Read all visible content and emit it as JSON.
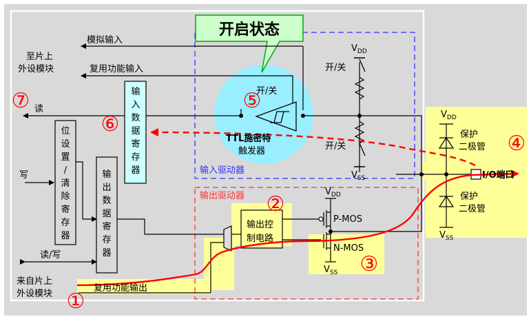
{
  "title_box": "开启状态",
  "left_labels": {
    "to_peripheral": [
      "至片上",
      "外设模块"
    ],
    "from_peripheral": [
      "来自片上",
      "外设模块"
    ],
    "read": "读",
    "write": "写",
    "read_write": "读/写"
  },
  "signals": {
    "analog_input": "模拟输入",
    "alt_func_input": "复用功能输入",
    "alt_func_output": "复用功能输出"
  },
  "registers": {
    "input_data": [
      "输",
      "入",
      "数",
      "据",
      "寄",
      "存",
      "器"
    ],
    "bit_set_reset": [
      "位",
      "设",
      "置",
      "/",
      "清",
      "除",
      "寄",
      "存",
      "器"
    ],
    "output_data": [
      "输",
      "出",
      "数",
      "据",
      "寄",
      "存",
      "器"
    ]
  },
  "input_driver": {
    "label": "输入驱动器",
    "switch_top": "开/关",
    "switch_pu": "开/关",
    "switch_pd": "开/关",
    "schmitt": [
      "TTL施密特",
      "触发器"
    ],
    "vdd": "V",
    "vdd_sub": "DD",
    "vss": "V",
    "vss_sub": "SS"
  },
  "output_driver": {
    "label": "输出驱动器",
    "control": [
      "输出控",
      "制电路"
    ],
    "pmos": "P-MOS",
    "nmos": "N-MOS",
    "vdd": "V",
    "vdd_sub": "DD",
    "vss": "V",
    "vss_sub": "SS"
  },
  "protection": {
    "diode_top": [
      "保护",
      "二极管"
    ],
    "diode_bottom": [
      "保护",
      "二极管"
    ],
    "vdd": "V",
    "vdd_sub": "DD",
    "vss": "V",
    "vss_sub": "SS",
    "io_pin": "I/O端口"
  },
  "step_markers": [
    "①",
    "②",
    "③",
    "④",
    "⑤",
    "⑥",
    "⑦"
  ],
  "colors": {
    "highlight": "#ffff99",
    "signal_path": "#ff0000",
    "input_box": "#3333ff",
    "output_box": "#ff3333",
    "bubble": "#99eeff",
    "callout": "#ccffcc"
  }
}
